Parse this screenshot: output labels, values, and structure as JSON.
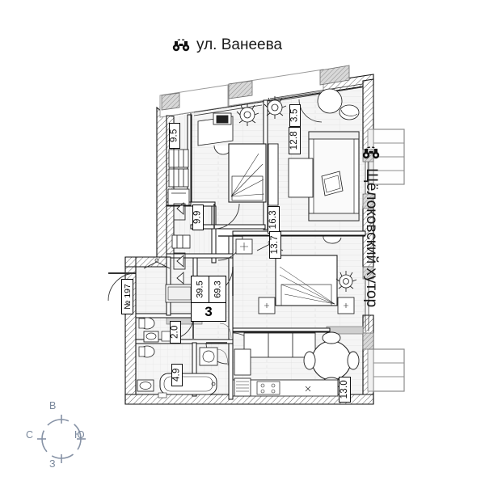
{
  "streets": {
    "top": {
      "icon": "binoculars-icon",
      "label": "ул. Ванеева"
    },
    "right": {
      "icon": "binoculars-icon",
      "label": "Щёлоковский хутор"
    }
  },
  "compass": {
    "north": "В",
    "west": "С",
    "east": "Ю",
    "south": "З",
    "color": "#7a889c"
  },
  "apartment": {
    "number_label": "№ 197",
    "living_area": "39.5",
    "total_area": "69.3",
    "rooms": "3"
  },
  "room_areas": [
    {
      "name": "balcony-top-left",
      "value": "9.5"
    },
    {
      "name": "hall-corridor",
      "value": "9.9"
    },
    {
      "name": "balcony-top-mid",
      "value": "3.5"
    },
    {
      "name": "bedroom-top-left",
      "value": "12.8"
    },
    {
      "name": "living-room",
      "value": "16.3"
    },
    {
      "name": "bedroom-right",
      "value": "13.7"
    },
    {
      "name": "wc-small",
      "value": "2.0"
    },
    {
      "name": "bathroom",
      "value": "4.9"
    },
    {
      "name": "kitchen",
      "value": "13.0"
    }
  ],
  "colors": {
    "wall": "#1a1a1a",
    "hatch": "#444444",
    "floor": "#f3f3f3",
    "furniture": "#333333",
    "balcony": "#8a8a8a",
    "compass": "#7a889c"
  }
}
